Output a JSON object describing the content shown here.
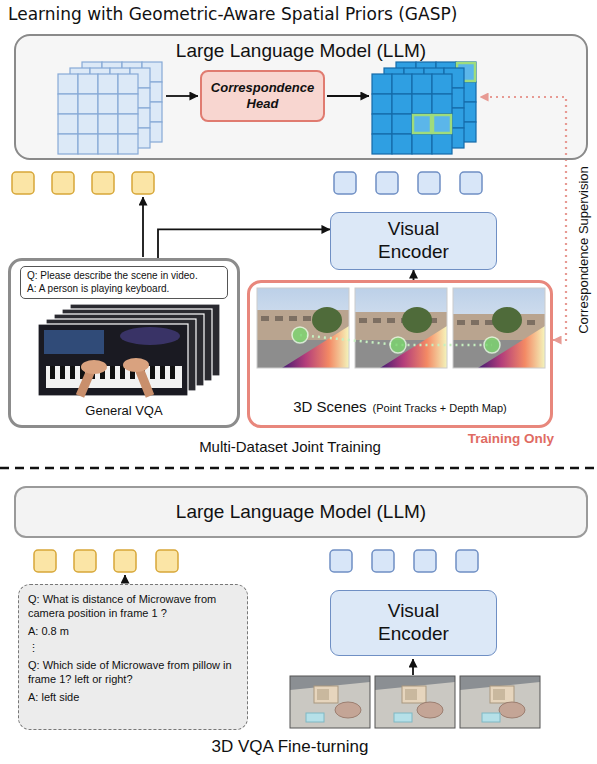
{
  "diagram": {
    "title": "Learning with Geometric-Aware Spatial Priors (GASP)",
    "nodes": [
      {
        "text": [
          "Large Language Model (LLM)"
        ]
      },
      {
        "text": [
          "Correspondence Head"
        ],
        "in": 0
      },
      {
        "text": [
          "General VQA"
        ]
      },
      {
        "text": [
          "Q: Please describe the scene in video.",
          "A: A person is playing keyboard."
        ],
        "in": 2
      },
      {
        "text": [
          "Visual Encoder"
        ]
      },
      {
        "text": [
          "3D Scenes",
          "(Point Tracks + Depth Map)"
        ]
      },
      {
        "text": [
          "Large Language Model (LLM)"
        ]
      },
      {
        "text": [
          "Q: What is distance of Microwave from camera position in frame 1 ?",
          "A: 0.8 m",
          "⋮",
          "Q: Which side of Microwave from pillow in frame 1? left or right?",
          "A: left side"
        ]
      },
      {
        "text": [
          "Visual Encoder"
        ]
      }
    ],
    "edges": [
      {
        "from": 2,
        "to": 4,
        "arrow": "to"
      },
      {
        "from": 5,
        "to": 4,
        "arrow": "to"
      },
      {
        "from": 5,
        "to": 0,
        "arrow": "both",
        "label": "Correspondence Supervision"
      }
    ],
    "labels": [
      "Training Only",
      "Multi-Dataset Joint Training",
      "3D VQA Fine-turning"
    ]
  }
}
